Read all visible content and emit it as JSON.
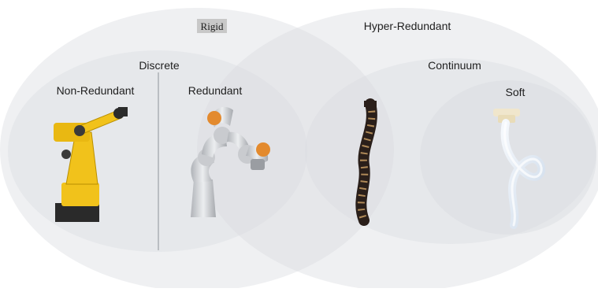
{
  "diagram": {
    "labels": {
      "rigid": "Rigid",
      "hyper_redundant": "Hyper-Redundant",
      "discrete": "Discrete",
      "continuum": "Continuum",
      "non_redundant": "Non-Redundant",
      "redundant": "Redundant",
      "soft": "Soft"
    },
    "robots": [
      "industrial-arm-image",
      "collaborative-arm-image",
      "snake-robot-image",
      "soft-tentacle-image"
    ],
    "colors": {
      "ellipse_fill": "#d9dbe0",
      "industrial_arm": "#f1c21b",
      "collab_arm_body": "#c9cbcf",
      "collab_arm_joint": "#e38a2e",
      "snake_body": "#2a1f1a",
      "snake_link": "#b08a58",
      "soft_tentacle": "#dfe9f4"
    }
  }
}
